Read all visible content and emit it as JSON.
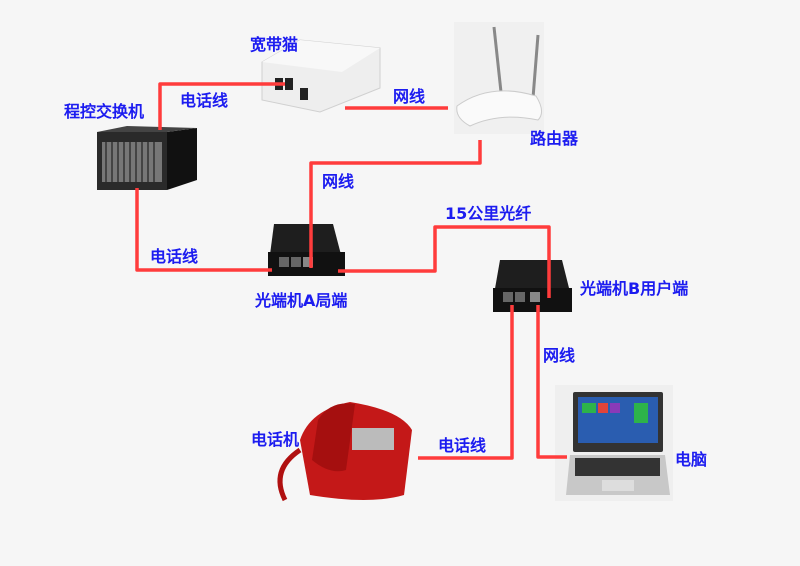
{
  "devices": {
    "modem": "宽带猫",
    "pbx": "程控交换机",
    "router": "路由器",
    "transceiver_a": "光端机A局端",
    "transceiver_b": "光端机B用户端",
    "phone": "电话机",
    "computer": "电脑"
  },
  "links": {
    "pbx_modem": "电话线",
    "modem_router": "网线",
    "router_transceiver_a": "网线",
    "fiber": "15公里光纤",
    "pbx_transceiver_a": "电话线",
    "transceiver_b_computer": "网线",
    "transceiver_b_phone": "电话线"
  },
  "colors": {
    "line": "#ff3c3c",
    "label": "#1c1cf0"
  }
}
